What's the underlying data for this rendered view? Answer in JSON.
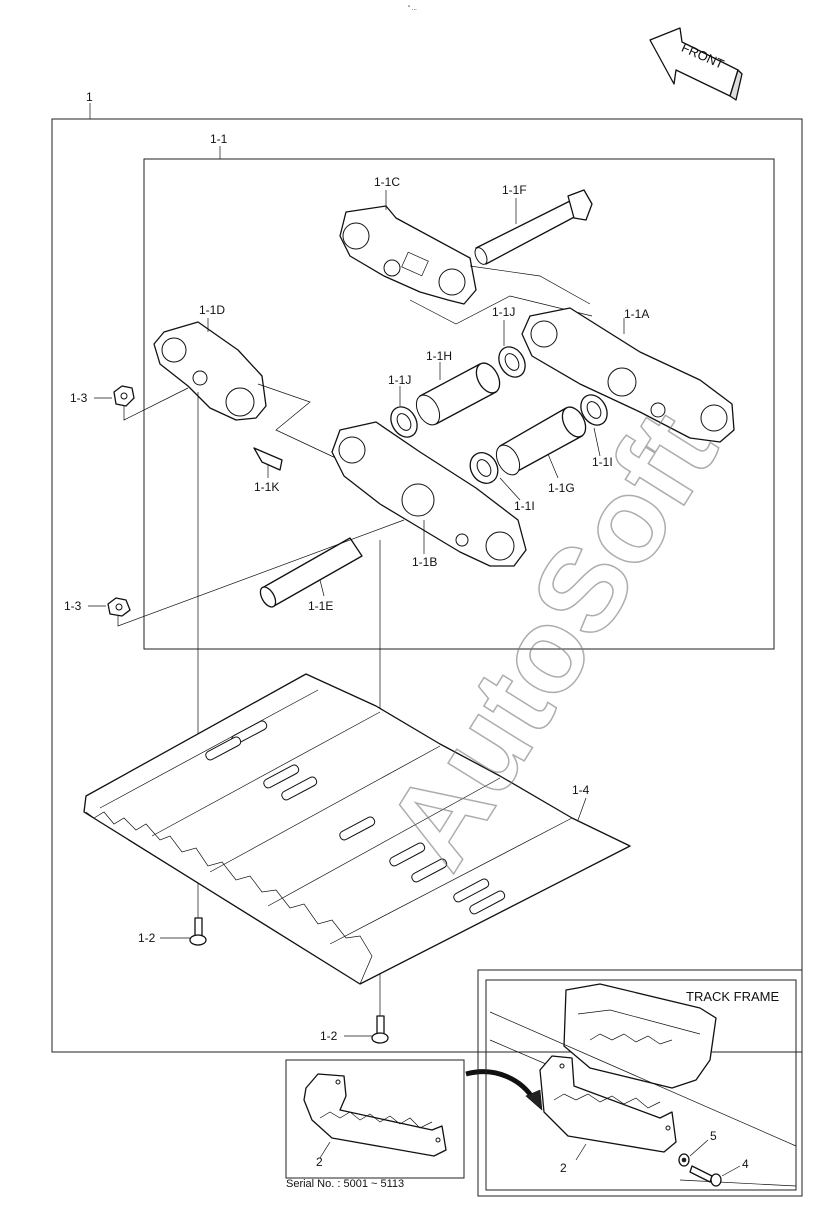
{
  "labels": {
    "assembly": "1",
    "link_assy": "1-1",
    "link_1a": "1-1A",
    "link_1b": "1-1B",
    "link_1c": "1-1C",
    "link_1d": "1-1D",
    "pin_1e": "1-1E",
    "pin_1f": "1-1F",
    "bushing_1g": "1-1G",
    "bushing_1h": "1-1H",
    "seal_1i_a": "1-1I",
    "seal_1i_b": "1-1I",
    "seal_1j_a": "1-1J",
    "seal_1j_b": "1-1J",
    "pin_1k": "1-1K",
    "bolt_a": "1-2",
    "bolt_b": "1-2",
    "nut_a": "1-3",
    "nut_b": "1-3",
    "shoe": "1-4",
    "guard_left": "2",
    "guard_right": "2",
    "bolt_4": "4",
    "washer_5": "5"
  },
  "front_label": "FRONT",
  "track_frame_label": "TRACK FRAME",
  "serial": "Serial No. : 5001 ~ 5113",
  "watermark": "AutoSoft",
  "top_mark": "\" ...",
  "colors": {
    "line": "#111111",
    "background": "#ffffff",
    "watermark": "#777777"
  }
}
